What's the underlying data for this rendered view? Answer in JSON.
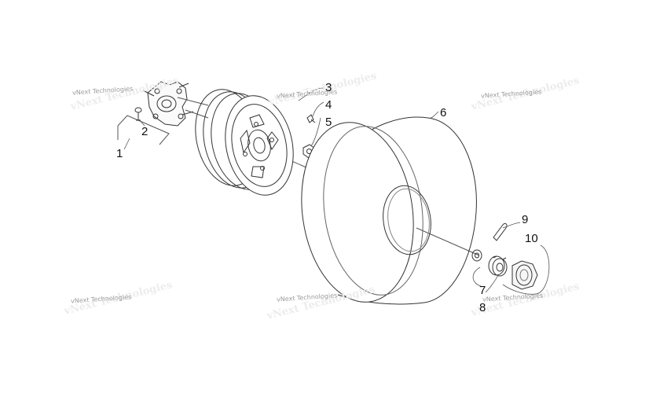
{
  "watermark": {
    "text": "vNext Technologies",
    "ghost_text": "vNext Technologies"
  },
  "callouts": [
    "1",
    "2",
    "3",
    "4",
    "5",
    "6",
    "7",
    "8",
    "9",
    "10"
  ],
  "colors": {
    "line": "#333333",
    "leader": "#555555",
    "watermark": "#9a9a9a"
  }
}
